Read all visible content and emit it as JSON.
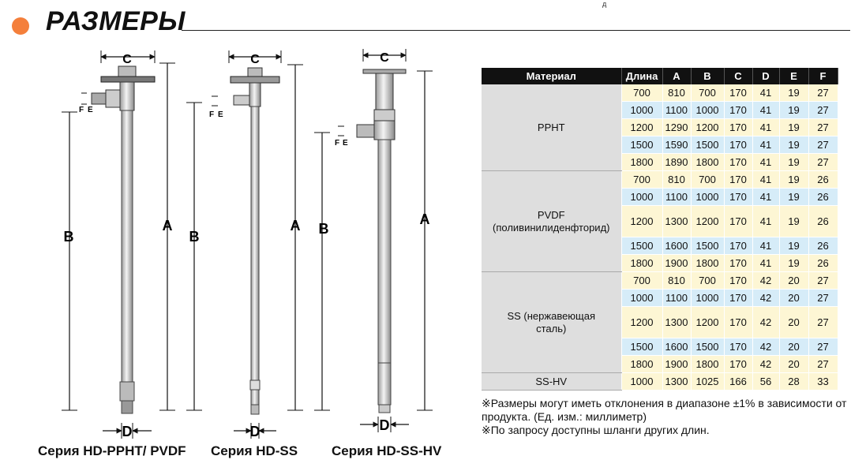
{
  "header": {
    "title": "РАЗМЕРЫ",
    "top_mark": "д"
  },
  "captions": [
    "Серия HD-PPHT/ PVDF",
    "Серия HD-SS",
    "Серия HD-SS-HV"
  ],
  "dim_letters": {
    "a": "A",
    "b": "B",
    "c": "C",
    "d": "D",
    "e": "E",
    "f": "F"
  },
  "table": {
    "headers": [
      "Материал",
      "Длина",
      "A",
      "B",
      "C",
      "D",
      "E",
      "F"
    ],
    "groups": [
      {
        "material": [
          "PPHT"
        ],
        "rows": [
          [
            "700",
            "810",
            "700",
            "170",
            "41",
            "19",
            "27"
          ],
          [
            "1000",
            "1100",
            "1000",
            "170",
            "41",
            "19",
            "27"
          ],
          [
            "1200",
            "1290",
            "1200",
            "170",
            "41",
            "19",
            "27"
          ],
          [
            "1500",
            "1590",
            "1500",
            "170",
            "41",
            "19",
            "27"
          ],
          [
            "1800",
            "1890",
            "1800",
            "170",
            "41",
            "19",
            "27"
          ]
        ]
      },
      {
        "material": [
          "PVDF",
          "(поливинилиденфторид)"
        ],
        "rows": [
          [
            "700",
            "810",
            "700",
            "170",
            "41",
            "19",
            "26"
          ],
          [
            "1000",
            "1100",
            "1000",
            "170",
            "41",
            "19",
            "26"
          ],
          [
            "1200",
            "1300",
            "1200",
            "170",
            "41",
            "19",
            "26"
          ],
          [
            "1500",
            "1600",
            "1500",
            "170",
            "41",
            "19",
            "26"
          ],
          [
            "1800",
            "1900",
            "1800",
            "170",
            "41",
            "19",
            "26"
          ]
        ]
      },
      {
        "material": [
          "SS (нержавеющая",
          "сталь)"
        ],
        "rows": [
          [
            "700",
            "810",
            "700",
            "170",
            "42",
            "20",
            "27"
          ],
          [
            "1000",
            "1100",
            "1000",
            "170",
            "42",
            "20",
            "27"
          ],
          [
            "1200",
            "1300",
            "1200",
            "170",
            "42",
            "20",
            "27"
          ],
          [
            "1500",
            "1600",
            "1500",
            "170",
            "42",
            "20",
            "27"
          ],
          [
            "1800",
            "1900",
            "1800",
            "170",
            "42",
            "20",
            "27"
          ]
        ]
      },
      {
        "material": [
          "SS-HV"
        ],
        "rows": [
          [
            "1000",
            "1300",
            "1025",
            "166",
            "56",
            "28",
            "33"
          ]
        ]
      }
    ]
  },
  "notes": [
    "※Размеры могут иметь отклонения в диапазоне ±1% в зависимости от продукта. (Ед. изм.: миллиметр)",
    "※По запросу доступны шланги других длин."
  ]
}
